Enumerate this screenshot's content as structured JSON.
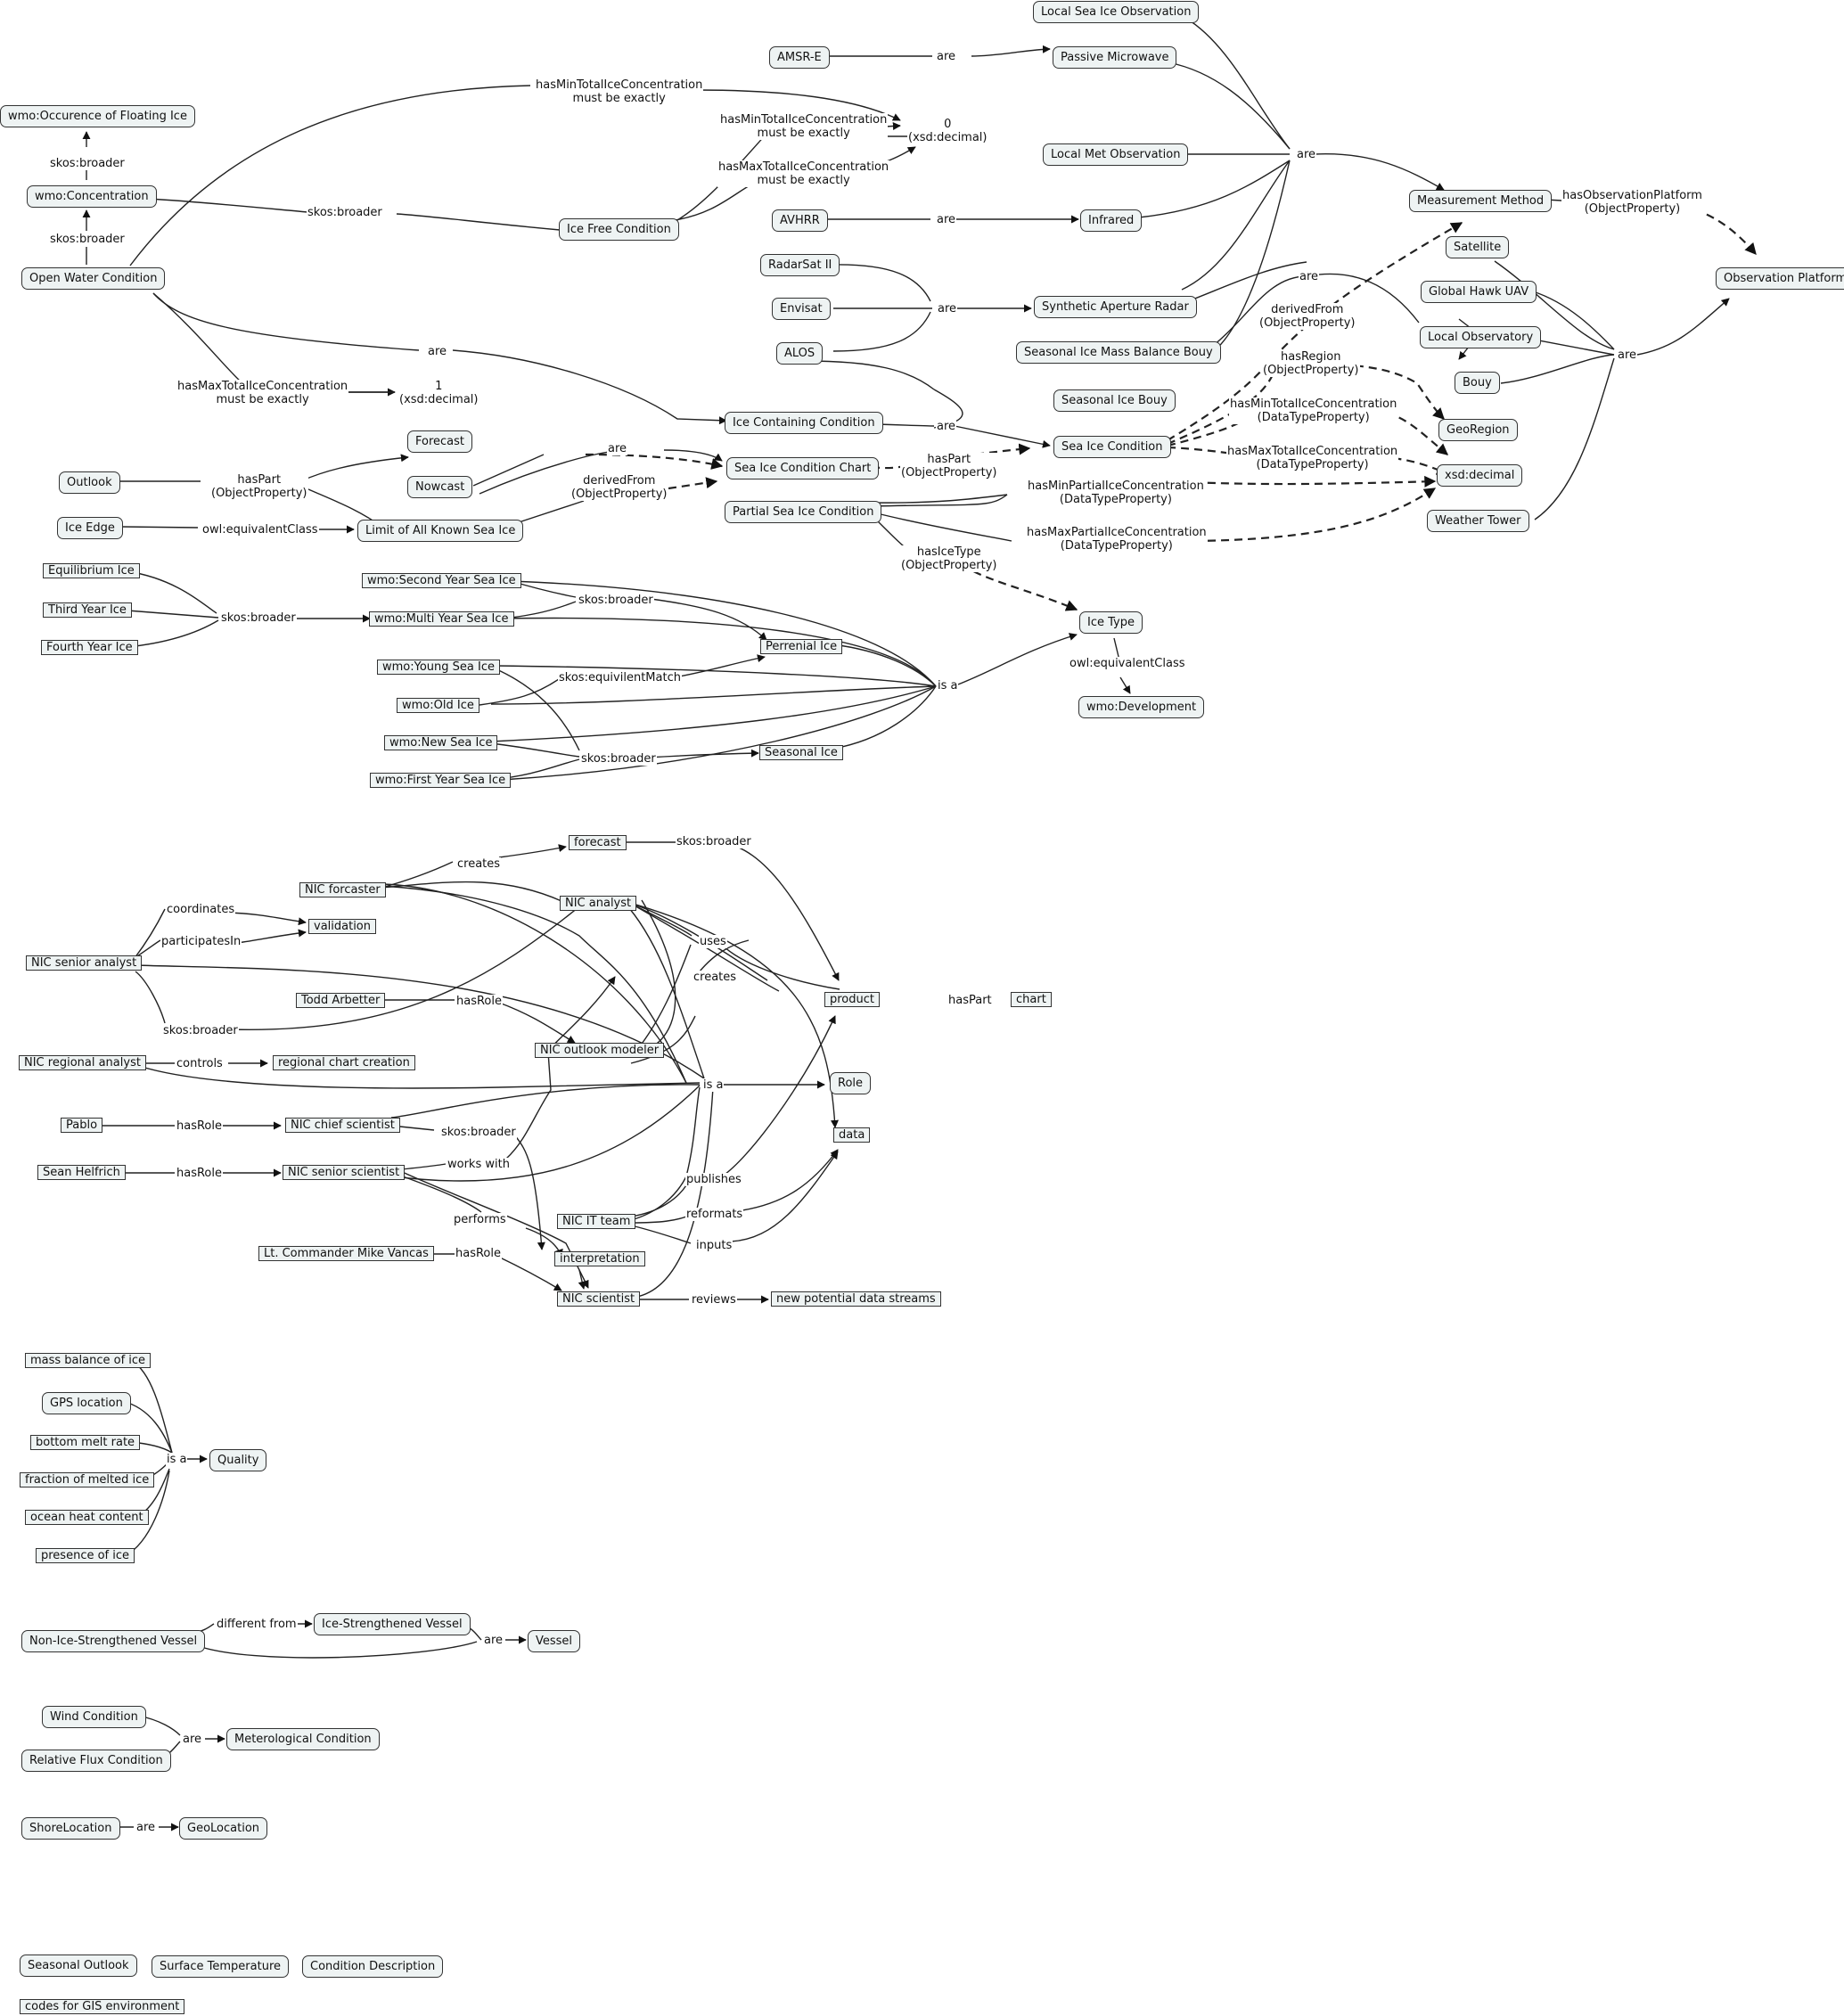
{
  "nodes": [
    {
      "id": "local_sea_ice_obs",
      "text": "Local Sea Ice Observation",
      "shape": "rounded"
    },
    {
      "id": "amsr_e",
      "text": "AMSR-E",
      "shape": "rounded"
    },
    {
      "id": "passive_mw",
      "text": "Passive Microwave",
      "shape": "rounded"
    },
    {
      "id": "wmo_occurence",
      "text": "wmo:Occurence of Floating Ice",
      "shape": "rounded"
    },
    {
      "id": "local_met",
      "text": "Local Met Observation",
      "shape": "rounded"
    },
    {
      "id": "wmo_conc",
      "text": "wmo:Concentration",
      "shape": "rounded"
    },
    {
      "id": "measurement_method",
      "text": "Measurement Method",
      "shape": "rounded"
    },
    {
      "id": "avhrr",
      "text": "AVHRR",
      "shape": "rounded"
    },
    {
      "id": "infrared",
      "text": "Infrared",
      "shape": "rounded"
    },
    {
      "id": "ice_free",
      "text": "Ice Free Condition",
      "shape": "rounded"
    },
    {
      "id": "satellite",
      "text": "Satellite",
      "shape": "rounded"
    },
    {
      "id": "radarsat",
      "text": "RadarSat II",
      "shape": "rounded"
    },
    {
      "id": "open_water",
      "text": "Open Water Condition",
      "shape": "rounded"
    },
    {
      "id": "obs_platform",
      "text": "Observation Platform",
      "shape": "rounded"
    },
    {
      "id": "global_hawk",
      "text": "Global Hawk UAV",
      "shape": "rounded"
    },
    {
      "id": "envisat",
      "text": "Envisat",
      "shape": "rounded"
    },
    {
      "id": "sar",
      "text": "Synthetic Aperture Radar",
      "shape": "rounded"
    },
    {
      "id": "local_obs",
      "text": "Local Observatory",
      "shape": "rounded"
    },
    {
      "id": "alos",
      "text": "ALOS",
      "shape": "rounded"
    },
    {
      "id": "seasonal_mass",
      "text": "Seasonal Ice Mass Balance Bouy",
      "shape": "rounded"
    },
    {
      "id": "bouy",
      "text": "Bouy",
      "shape": "rounded"
    },
    {
      "id": "seasonal_bouy",
      "text": "Seasonal Ice Bouy",
      "shape": "rounded"
    },
    {
      "id": "ice_containing",
      "text": "Ice Containing Condition",
      "shape": "rounded"
    },
    {
      "id": "georegion",
      "text": "GeoRegion",
      "shape": "rounded"
    },
    {
      "id": "forecast_cap",
      "text": "Forecast",
      "shape": "rounded"
    },
    {
      "id": "sea_ice_condition",
      "text": "Sea Ice Condition",
      "shape": "rounded"
    },
    {
      "id": "outlook",
      "text": "Outlook",
      "shape": "rounded"
    },
    {
      "id": "sea_ice_chart",
      "text": "Sea Ice Condition Chart",
      "shape": "rounded"
    },
    {
      "id": "nowcast",
      "text": "Nowcast",
      "shape": "rounded"
    },
    {
      "id": "xsd_decimal",
      "text": "xsd:decimal",
      "shape": "rounded"
    },
    {
      "id": "partial_sea_ice",
      "text": "Partial Sea Ice Condition",
      "shape": "rounded"
    },
    {
      "id": "ice_edge",
      "text": "Ice Edge",
      "shape": "rounded"
    },
    {
      "id": "limit_known",
      "text": "Limit of All Known Sea Ice",
      "shape": "rounded"
    },
    {
      "id": "weather_tower",
      "text": "Weather Tower",
      "shape": "rounded"
    },
    {
      "id": "equilibrium",
      "text": "Equilibrium Ice",
      "shape": "square"
    },
    {
      "id": "second_year",
      "text": "wmo:Second Year Sea Ice",
      "shape": "square"
    },
    {
      "id": "third_year",
      "text": "Third Year Ice",
      "shape": "square"
    },
    {
      "id": "multi_year",
      "text": "wmo:Multi Year Sea Ice",
      "shape": "square"
    },
    {
      "id": "ice_type",
      "text": "Ice Type",
      "shape": "rounded"
    },
    {
      "id": "perrenial",
      "text": "Perrenial Ice",
      "shape": "square"
    },
    {
      "id": "fourth_year",
      "text": "Fourth Year Ice",
      "shape": "square"
    },
    {
      "id": "young",
      "text": "wmo:Young Sea Ice",
      "shape": "square"
    },
    {
      "id": "old",
      "text": "wmo:Old Ice",
      "shape": "square"
    },
    {
      "id": "wmo_dev",
      "text": "wmo:Development",
      "shape": "rounded"
    },
    {
      "id": "new_sea",
      "text": "wmo:New Sea Ice",
      "shape": "square"
    },
    {
      "id": "seasonal_ice",
      "text": "Seasonal Ice",
      "shape": "square"
    },
    {
      "id": "first_year",
      "text": "wmo:First Year Sea Ice",
      "shape": "square"
    },
    {
      "id": "forecast_low",
      "text": "forecast",
      "shape": "square"
    },
    {
      "id": "nic_forcaster",
      "text": "NIC forcaster",
      "shape": "square"
    },
    {
      "id": "nic_analyst",
      "text": "NIC analyst",
      "shape": "square"
    },
    {
      "id": "validation",
      "text": "validation",
      "shape": "square"
    },
    {
      "id": "nic_senior_analyst",
      "text": "NIC senior analyst",
      "shape": "square"
    },
    {
      "id": "todd",
      "text": "Todd Arbetter",
      "shape": "square"
    },
    {
      "id": "product",
      "text": "product",
      "shape": "square"
    },
    {
      "id": "chart",
      "text": "chart",
      "shape": "square"
    },
    {
      "id": "nic_outlook_modeler",
      "text": "NIC outlook modeler",
      "shape": "square"
    },
    {
      "id": "nic_regional",
      "text": "NIC regional analyst",
      "shape": "square"
    },
    {
      "id": "regional_chart",
      "text": "regional chart creation",
      "shape": "square"
    },
    {
      "id": "role",
      "text": "Role",
      "shape": "rounded"
    },
    {
      "id": "pablo",
      "text": "Pablo",
      "shape": "square"
    },
    {
      "id": "nic_chief",
      "text": "NIC chief scientist",
      "shape": "square"
    },
    {
      "id": "data",
      "text": "data",
      "shape": "square"
    },
    {
      "id": "sean",
      "text": "Sean Helfrich",
      "shape": "square"
    },
    {
      "id": "nic_senior_sci",
      "text": "NIC senior scientist",
      "shape": "square"
    },
    {
      "id": "nic_it",
      "text": "NIC IT team",
      "shape": "square"
    },
    {
      "id": "interpretation",
      "text": "interpretation",
      "shape": "square"
    },
    {
      "id": "mike",
      "text": "Lt. Commander Mike Vancas",
      "shape": "square"
    },
    {
      "id": "nic_scientist",
      "text": "NIC scientist",
      "shape": "square"
    },
    {
      "id": "new_streams",
      "text": "new potential data streams",
      "shape": "square"
    },
    {
      "id": "mass_balance",
      "text": "mass balance of ice",
      "shape": "square"
    },
    {
      "id": "gps_loc",
      "text": "GPS location",
      "shape": "rounded"
    },
    {
      "id": "bottom_melt",
      "text": "bottom melt rate",
      "shape": "square"
    },
    {
      "id": "quality",
      "text": "Quality",
      "shape": "rounded"
    },
    {
      "id": "fraction_melted",
      "text": "fraction of melted ice",
      "shape": "square"
    },
    {
      "id": "ocean_heat",
      "text": "ocean heat content",
      "shape": "square"
    },
    {
      "id": "presence_ice",
      "text": "presence of ice",
      "shape": "square"
    },
    {
      "id": "ice_strengthened",
      "text": "Ice-Strengthened Vessel",
      "shape": "rounded"
    },
    {
      "id": "non_ice_vessel",
      "text": "Non-Ice-Strengthened Vessel",
      "shape": "rounded"
    },
    {
      "id": "vessel",
      "text": "Vessel",
      "shape": "rounded"
    },
    {
      "id": "wind",
      "text": "Wind Condition",
      "shape": "rounded"
    },
    {
      "id": "meteorological",
      "text": "Meterological Condition",
      "shape": "rounded"
    },
    {
      "id": "relative_flux",
      "text": "Relative Flux Condition",
      "shape": "rounded"
    },
    {
      "id": "shore_loc",
      "text": "ShoreLocation",
      "shape": "rounded"
    },
    {
      "id": "geolocation",
      "text": "GeoLocation",
      "shape": "rounded"
    },
    {
      "id": "seasonal_outlook",
      "text": "Seasonal Outlook",
      "shape": "rounded"
    },
    {
      "id": "surface_temp",
      "text": "Surface Temperature",
      "shape": "rounded"
    },
    {
      "id": "condition_desc",
      "text": "Condition Description",
      "shape": "rounded"
    },
    {
      "id": "codes_gis",
      "text": "codes for GIS environment",
      "shape": "square"
    }
  ],
  "labels": [
    {
      "id": "l_are_amsr",
      "text": "are"
    },
    {
      "id": "l_hasmin_top",
      "text": "hasMinTotalIceConcentration\nmust be exactly"
    },
    {
      "id": "l_hasmin_free",
      "text": "hasMinTotalIceConcentration\nmust be exactly"
    },
    {
      "id": "l_zero",
      "text": "0\n(xsd:decimal)"
    },
    {
      "id": "l_skos_conc",
      "text": "skos:broader"
    },
    {
      "id": "l_hasmax_free",
      "text": "hasMaxTotalIceConcentration\nmust be exactly"
    },
    {
      "id": "l_are_method",
      "text": "are"
    },
    {
      "id": "l_hasobs",
      "text": "hasObservationPlatform\n(ObjectProperty)"
    },
    {
      "id": "l_skos_open",
      "text": "skos:broader"
    },
    {
      "id": "l_skos_free",
      "text": "skos:broader"
    },
    {
      "id": "l_are_avhrr",
      "text": "are"
    },
    {
      "id": "l_are_sar",
      "text": "are"
    },
    {
      "id": "l_are_platform",
      "text": "are"
    },
    {
      "id": "l_are_sic",
      "text": "are"
    },
    {
      "id": "l_derived_sic",
      "text": "derivedFrom\n(ObjectProperty)"
    },
    {
      "id": "l_are_open",
      "text": "are"
    },
    {
      "id": "l_hasregion",
      "text": "hasRegion\n(ObjectProperty)"
    },
    {
      "id": "l_hasmax_open",
      "text": "hasMaxTotalIceConcentration\nmust be exactly"
    },
    {
      "id": "l_one",
      "text": "1\n(xsd:decimal)"
    },
    {
      "id": "l_hasmin_sic",
      "text": "hasMinTotalIceConcentration\n(DataTypeProperty)"
    },
    {
      "id": "l_are_contain",
      "text": "are"
    },
    {
      "id": "l_are_nowcast",
      "text": "are"
    },
    {
      "id": "l_haspart_outlook",
      "text": "hasPart\n(ObjectProperty)"
    },
    {
      "id": "l_haspart_chart",
      "text": "hasPart\n(ObjectProperty)"
    },
    {
      "id": "l_hasmax_sic",
      "text": "hasMaxTotalIceConcentration\n(DataTypeProperty)"
    },
    {
      "id": "l_derived_limit",
      "text": "derivedFrom\n(ObjectProperty)"
    },
    {
      "id": "l_hasminpartial",
      "text": "hasMinPartialIceConcentration\n(DataTypeProperty)"
    },
    {
      "id": "l_equiv_edge",
      "text": "owl:equivalentClass"
    },
    {
      "id": "l_hasmaxpartial",
      "text": "hasMaxPartialIceConcentration\n(DataTypeProperty)"
    },
    {
      "id": "l_hasicetype",
      "text": "hasIceType\n(ObjectProperty)"
    },
    {
      "id": "l_skos_multi",
      "text": "skos:broader"
    },
    {
      "id": "l_skos_years",
      "text": "skos:broader"
    },
    {
      "id": "l_isa_ice",
      "text": "is a"
    },
    {
      "id": "l_equiv_type",
      "text": "owl:equivalentClass"
    },
    {
      "id": "l_equivmatch",
      "text": "skos:equivilentMatch"
    },
    {
      "id": "l_skos_seasonal",
      "text": "skos:broader"
    },
    {
      "id": "l_creates_fc",
      "text": "creates"
    },
    {
      "id": "l_skos_forecast",
      "text": "skos:broader"
    },
    {
      "id": "l_coordinates",
      "text": "coordinates"
    },
    {
      "id": "l_participates",
      "text": "participatesIn"
    },
    {
      "id": "l_uses",
      "text": "uses"
    },
    {
      "id": "l_creates_prod",
      "text": "creates"
    },
    {
      "id": "l_hasrole_todd",
      "text": "hasRole"
    },
    {
      "id": "l_haspart_prod",
      "text": "hasPart"
    },
    {
      "id": "l_skos_senior",
      "text": "skos:broader"
    },
    {
      "id": "l_controls",
      "text": "controls"
    },
    {
      "id": "l_isa_role",
      "text": "is a"
    },
    {
      "id": "l_hasrole_pablo",
      "text": "hasRole"
    },
    {
      "id": "l_skos_chief",
      "text": "skos:broader"
    },
    {
      "id": "l_works_with",
      "text": "works with"
    },
    {
      "id": "l_hasrole_sean",
      "text": "hasRole"
    },
    {
      "id": "l_publishes",
      "text": "publishes"
    },
    {
      "id": "l_reformats",
      "text": "reformats"
    },
    {
      "id": "l_performs",
      "text": "performs"
    },
    {
      "id": "l_inputs",
      "text": "inputs"
    },
    {
      "id": "l_hasrole_mike",
      "text": "hasRole"
    },
    {
      "id": "l_reviews",
      "text": "reviews"
    },
    {
      "id": "l_isa_quality",
      "text": "is a"
    },
    {
      "id": "l_different",
      "text": "different from"
    },
    {
      "id": "l_are_vessel",
      "text": "are"
    },
    {
      "id": "l_are_meteo",
      "text": "are"
    },
    {
      "id": "l_are_geo",
      "text": "are"
    }
  ]
}
